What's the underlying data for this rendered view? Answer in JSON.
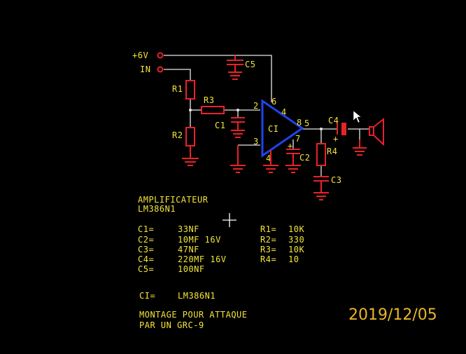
{
  "schematic": {
    "nodes": {
      "supply": "+6V",
      "input": "IN"
    },
    "components": {
      "r1": "R1",
      "r2": "R2",
      "r3": "R3",
      "r4": "R4",
      "c1": "C1",
      "c2": "C2",
      "c3": "C3",
      "c4": "C4",
      "c5": "C5",
      "ic": "CI"
    },
    "pins": {
      "p2": "2",
      "p3": "3",
      "p4": "4",
      "p5": "5",
      "p6": "6",
      "p7": "7",
      "p8": "8"
    },
    "polarity": {
      "c4_plus": "+",
      "c2_plus": "+"
    }
  },
  "title": {
    "line1": "AMPLIFICATEUR",
    "line2": "LM386N1"
  },
  "capacitors": [
    {
      "label": "C1=",
      "value": "33NF"
    },
    {
      "label": "C2=",
      "value": "10MF 16V"
    },
    {
      "label": "C3=",
      "value": "47NF"
    },
    {
      "label": "C4=",
      "value": "220MF 16V"
    },
    {
      "label": "C5=",
      "value": "100NF"
    }
  ],
  "resistors": [
    {
      "label": "R1=",
      "value": "10K"
    },
    {
      "label": "R2=",
      "value": "330"
    },
    {
      "label": "R3=",
      "value": "10K"
    },
    {
      "label": "R4=",
      "value": "10"
    }
  ],
  "ic_line": {
    "label": "CI=",
    "value": "LM386N1"
  },
  "note": {
    "line1": "MONTAGE POUR ATTAQUE",
    "line2": "PAR UN GRC-9"
  },
  "timestamp": "2019/12/05",
  "colors": {
    "background": "#000000",
    "text": "#f2e43a",
    "component": "#e8222a",
    "opamp": "#1f44e8",
    "wire": "#e6e6e6",
    "timestamp": "#e9b628"
  }
}
